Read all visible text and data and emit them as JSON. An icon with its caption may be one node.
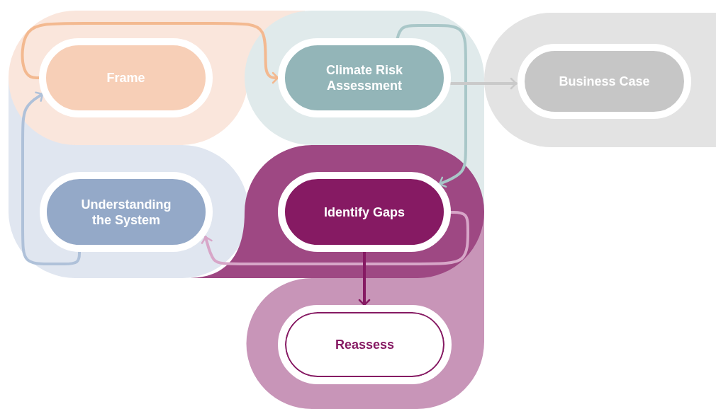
{
  "diagram": {
    "nodes": [
      {
        "text": [
          "Frame"
        ]
      },
      {
        "text": [
          "Climate Risk Assessment"
        ]
      },
      {
        "text": [
          "Business Case"
        ]
      },
      {
        "text": [
          "Understanding the System"
        ]
      },
      {
        "text": [
          "Identify Gaps"
        ]
      },
      {
        "text": [
          "Reassess"
        ]
      }
    ],
    "edges": [
      {
        "from": 0,
        "to": 1,
        "arrow": "to",
        "color": "#f3b990"
      },
      {
        "from": 1,
        "to": 4,
        "arrow": "to",
        "color": "#a9c7c8"
      },
      {
        "from": 1,
        "to": 2,
        "arrow": "to",
        "color": "#cacaca"
      },
      {
        "from": 4,
        "to": 3,
        "arrow": "to",
        "color": "#d7a6c8"
      },
      {
        "from": 3,
        "to": 0,
        "arrow": "to",
        "color": "#afc1d9"
      },
      {
        "from": 4,
        "to": 5,
        "arrow": "to",
        "color": "#861a63"
      }
    ]
  }
}
